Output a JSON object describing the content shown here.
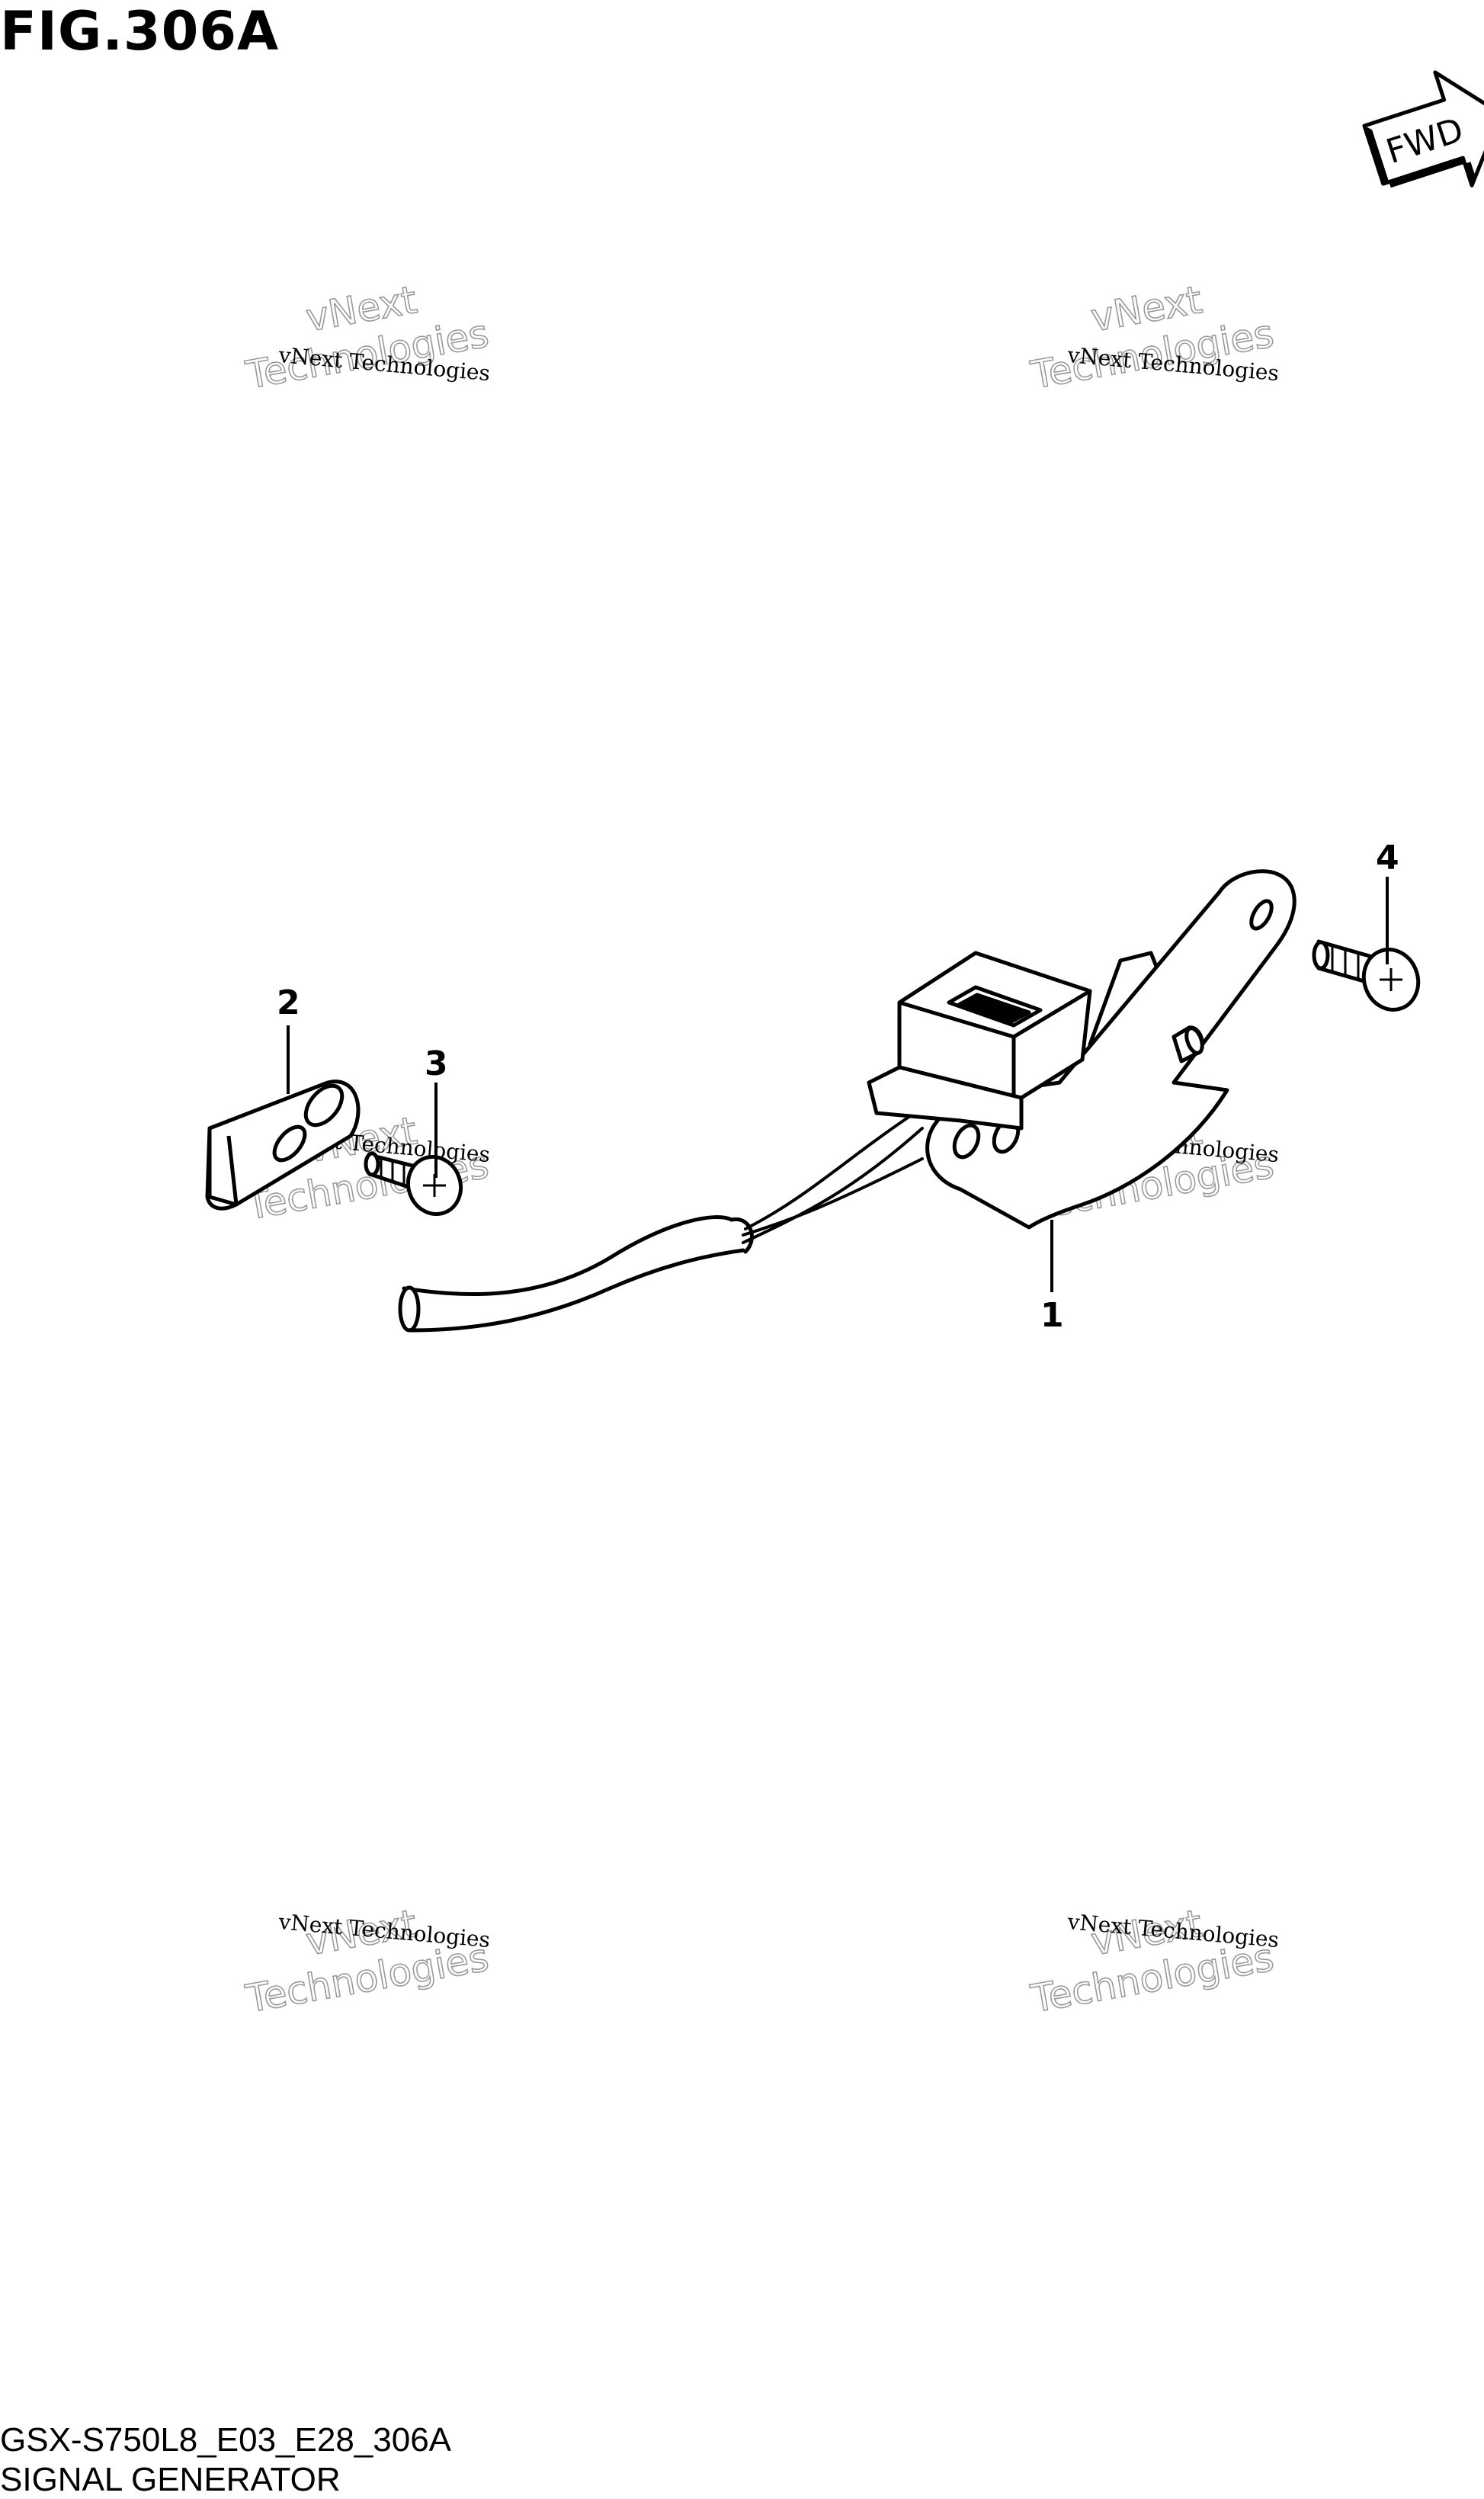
{
  "figure": {
    "title": "FIG.306A",
    "direction_label": "FWD"
  },
  "callouts": [
    "1",
    "2",
    "3",
    "4"
  ],
  "watermark": {
    "line1": "vNext",
    "line2": "Technologies",
    "small": "vNext Technologies"
  },
  "footer": {
    "code": "GSX-S750L8_E03_E28_306A",
    "name": "SIGNAL GENERATOR"
  },
  "colors": {
    "line": "#000000",
    "watermark": "#9a9a9a",
    "background": "#ffffff"
  }
}
